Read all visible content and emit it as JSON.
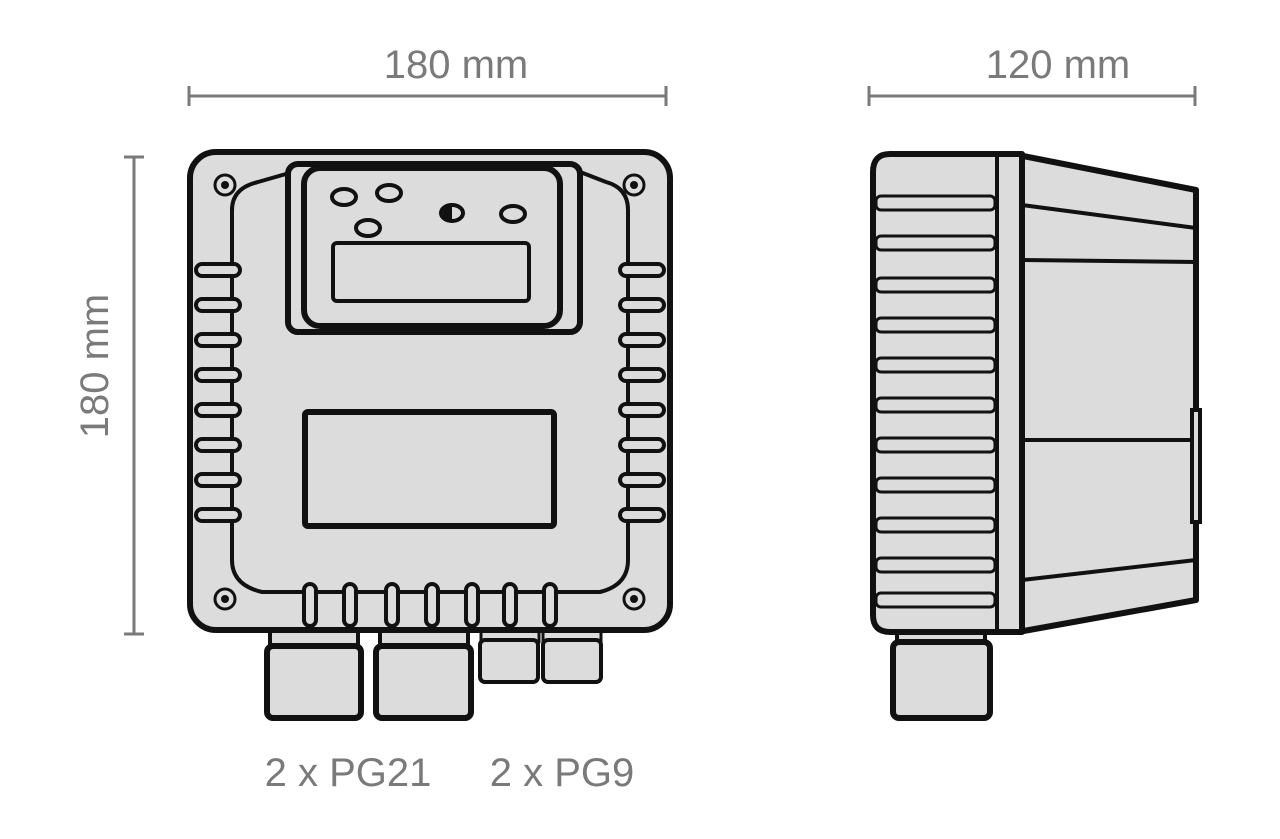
{
  "dimensions": {
    "front_width": "180 mm",
    "side_depth": "120 mm",
    "front_height": "180 mm"
  },
  "cable_glands": {
    "large": "2 x PG21",
    "small": "2 x PG9"
  },
  "colors": {
    "dimension_lines": "#7a7a7a",
    "outline": "#111111",
    "body_fill": "#dcdcdc"
  }
}
